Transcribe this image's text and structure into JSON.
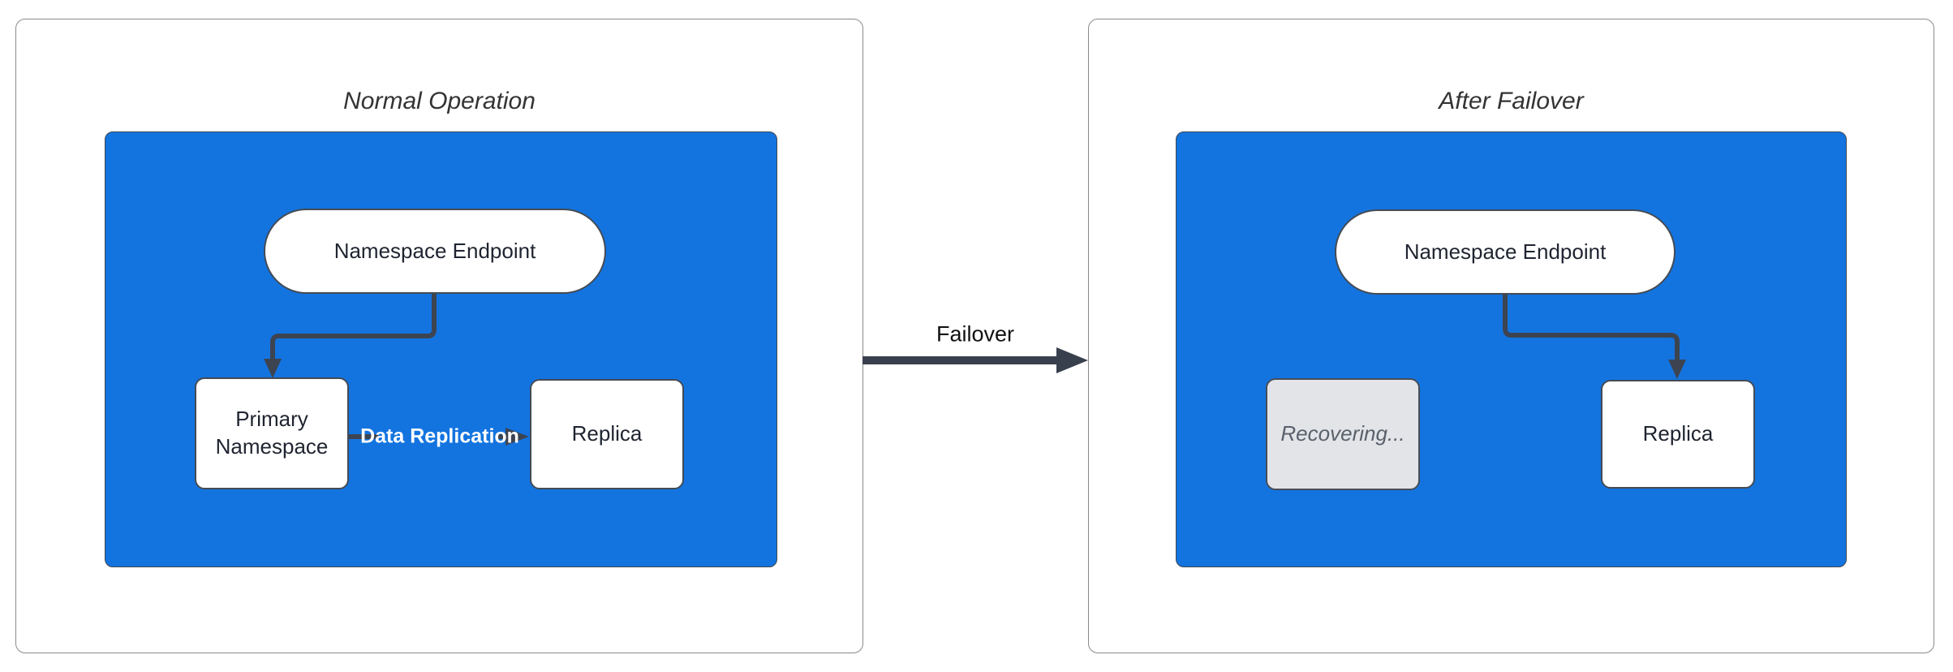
{
  "diagram": {
    "panels": [
      {
        "title": "Normal Operation",
        "nodes": [
          {
            "id": "endpoint",
            "label": "Namespace Endpoint",
            "shape": "stadium"
          },
          {
            "id": "primary",
            "label": "Primary Namespace",
            "shape": "rect"
          },
          {
            "id": "replica",
            "label": "Replica",
            "shape": "rect"
          }
        ],
        "edge_labels": [
          "Data Replication"
        ]
      },
      {
        "title": "After Failover",
        "nodes": [
          {
            "id": "endpoint",
            "label": "Namespace Endpoint",
            "shape": "stadium"
          },
          {
            "id": "recovering",
            "label": "Recovering...",
            "shape": "rect",
            "status": "inactive"
          },
          {
            "id": "replica",
            "label": "Replica",
            "shape": "rect"
          }
        ],
        "edge_labels": []
      }
    ],
    "transition": {
      "label": "Failover"
    },
    "colors": {
      "container_fill": "#1374e0",
      "node_border": "#444b54",
      "edge": "#3d4451",
      "transition_arrow": "#39404d",
      "inactive_fill": "#e2e4e8",
      "inactive_text": "#5a616b",
      "edge_label_text": "#ffffff",
      "panel_border": "#8a8a8a",
      "title_text": "#333333",
      "node_text": "#1f2430"
    }
  }
}
